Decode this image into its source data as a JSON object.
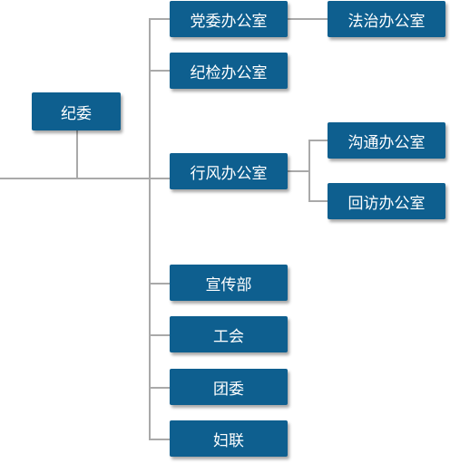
{
  "colors": {
    "node_fill": "#0e5f8f",
    "node_text": "#ffffff",
    "connector": "#a9a9a9"
  },
  "org": {
    "root": "纪委",
    "branches": [
      {
        "label": "党委办公室",
        "children": [
          "法治办公室"
        ]
      },
      {
        "label": "纪检办公室",
        "children": []
      },
      {
        "label": "行风办公室",
        "children": [
          "沟通办公室",
          "回访办公室"
        ]
      },
      {
        "label": "宣传部",
        "children": []
      },
      {
        "label": "工会",
        "children": []
      },
      {
        "label": "团委",
        "children": []
      },
      {
        "label": "妇联",
        "children": []
      }
    ]
  }
}
